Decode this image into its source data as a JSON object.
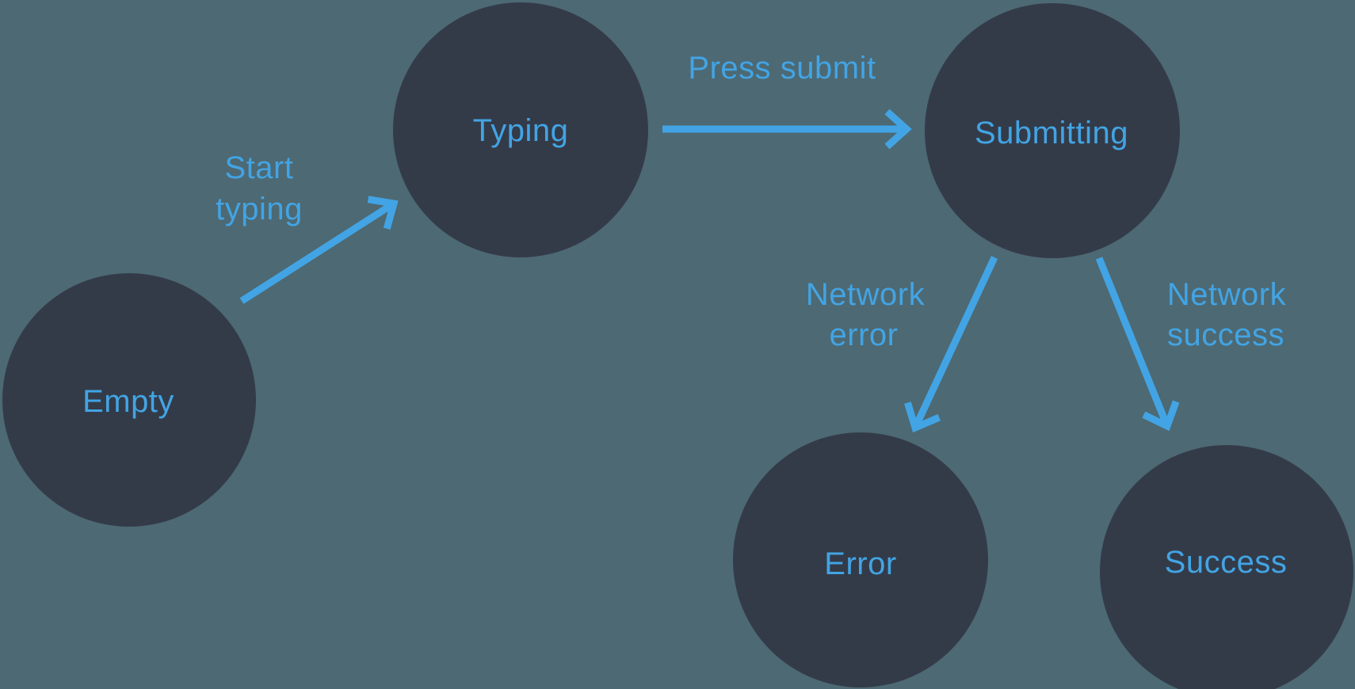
{
  "diagram": {
    "kind": "state-machine",
    "nodes": [
      {
        "id": "empty",
        "label": "Empty"
      },
      {
        "id": "typing",
        "label": "Typing"
      },
      {
        "id": "submitting",
        "label": "Submitting"
      },
      {
        "id": "error",
        "label": "Error"
      },
      {
        "id": "success",
        "label": "Success"
      }
    ],
    "edges": [
      {
        "from": "empty",
        "to": "typing",
        "label": "Start typing",
        "label_lines": [
          "Start",
          "typing"
        ]
      },
      {
        "from": "typing",
        "to": "submitting",
        "label": "Press submit",
        "label_lines": [
          "Press submit"
        ]
      },
      {
        "from": "submitting",
        "to": "error",
        "label": "Network error",
        "label_lines": [
          "Network",
          "error"
        ]
      },
      {
        "from": "submitting",
        "to": "success",
        "label": "Network success",
        "label_lines": [
          "Network",
          "success"
        ]
      }
    ]
  },
  "colors": {
    "background": "#4D6973",
    "node_fill": "#333B49",
    "accent": "#42A4E4"
  }
}
